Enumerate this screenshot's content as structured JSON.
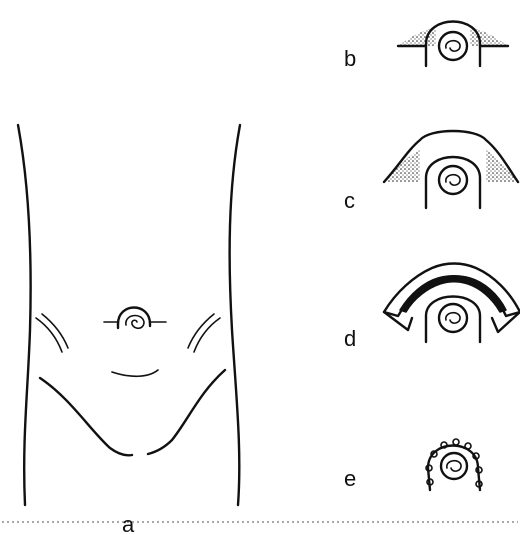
{
  "labels": {
    "a": "a",
    "b": "b",
    "c": "c",
    "d": "d",
    "e": "e"
  },
  "colors": {
    "ink": "#111111",
    "paper": "#ffffff"
  }
}
